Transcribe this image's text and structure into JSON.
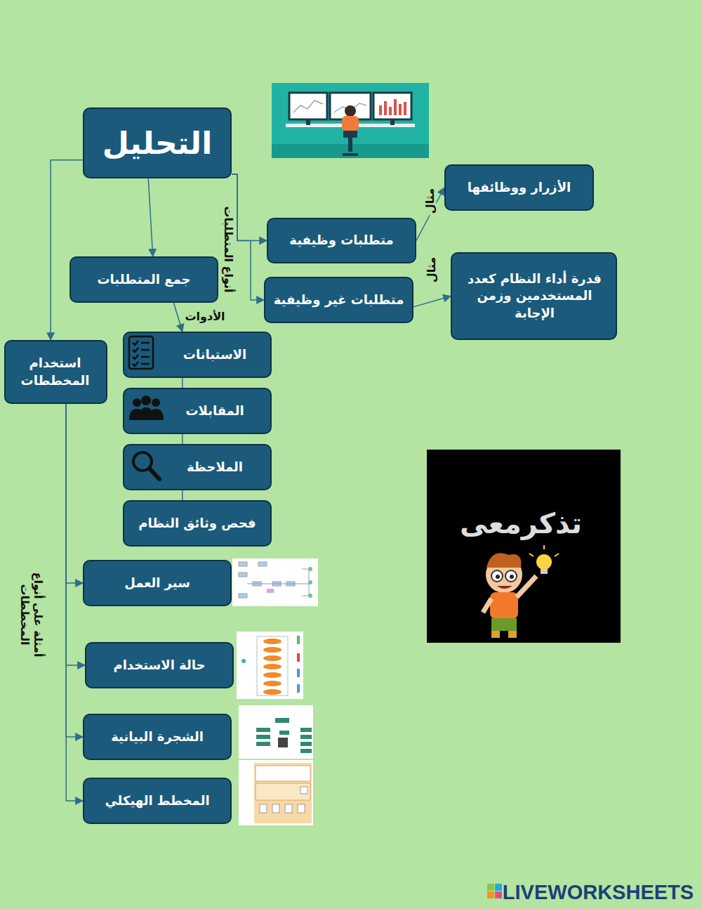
{
  "diagram": {
    "nodes": [
      {
        "text": [
          "التحليل"
        ]
      },
      {
        "text": [
          "متطلبات وظيفية"
        ]
      },
      {
        "text": [
          "الأزرار ووظائفها"
        ]
      },
      {
        "text": [
          "متطلبات غير وظيفية"
        ]
      },
      {
        "text": [
          "قدرة أداء النظام كعدد المستخدمين وزمن الإجابة"
        ]
      },
      {
        "text": [
          "جمع المتطلبات"
        ]
      },
      {
        "text": [
          "الاستبانات"
        ]
      },
      {
        "text": [
          "المقابلات"
        ]
      },
      {
        "text": [
          "الملاحظة"
        ]
      },
      {
        "text": [
          "فحص وثائق النظام"
        ]
      },
      {
        "text": [
          "استخدام المخططات"
        ]
      },
      {
        "text": [
          "سير العمل"
        ]
      },
      {
        "text": [
          "حالة الاستخدام"
        ]
      },
      {
        "text": [
          "الشجرة البيانية"
        ]
      },
      {
        "text": [
          "المخطط الهيكلي"
        ]
      }
    ],
    "edges": [
      {
        "from": 0,
        "to": 5,
        "arrow": "to"
      },
      {
        "from": 0,
        "to": 10,
        "arrow": "to"
      },
      {
        "from": 0,
        "to": 1,
        "arrow": "to"
      },
      {
        "from": 0,
        "to": 3,
        "arrow": "to"
      },
      {
        "from": 1,
        "to": 2,
        "label": "مثال",
        "arrow": "to"
      },
      {
        "from": 3,
        "to": 4,
        "label": "مثال",
        "arrow": "to"
      },
      {
        "from": 5,
        "to": 6,
        "label": "الأدوات",
        "arrow": "to"
      },
      {
        "from": 6,
        "to": 7,
        "arrow": "none"
      },
      {
        "from": 7,
        "to": 8,
        "arrow": "none"
      },
      {
        "from": 8,
        "to": 9,
        "arrow": "none"
      },
      {
        "from": 10,
        "to": 11,
        "arrow": "to"
      },
      {
        "from": 10,
        "to": 12,
        "arrow": "to"
      },
      {
        "from": 10,
        "to": 13,
        "arrow": "to"
      },
      {
        "from": 10,
        "to": 14,
        "arrow": "to"
      }
    ],
    "labels": [
      "أنواع المتطلبات",
      "أمثلة على أنواع المخططات",
      "تذكرمعى",
      "LIVEWORKSHEETS"
    ]
  }
}
